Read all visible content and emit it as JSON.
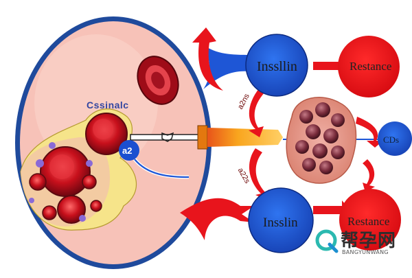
{
  "labels": {
    "insulin_top": "Inssllin",
    "resistance_top": "Restance",
    "cds": "CDs",
    "insulin_bottom": "Insslin",
    "resistance_bottom": "Restance",
    "cell_label": "Cssinalc",
    "node_label": "a2",
    "arc_upper": "a2ns",
    "arc_lower": "a22s"
  },
  "watermark": {
    "chinese": "帮孕网",
    "english": "BANGYUNWANG"
  },
  "colors": {
    "blue": "#1e56d6",
    "red": "#e8141c",
    "oval_fill": "#f7c2b8",
    "oval_border": "#1f4a9c",
    "probe": "#f6a21e"
  },
  "icons": {
    "watermark_logo": "q-logo-icon"
  }
}
